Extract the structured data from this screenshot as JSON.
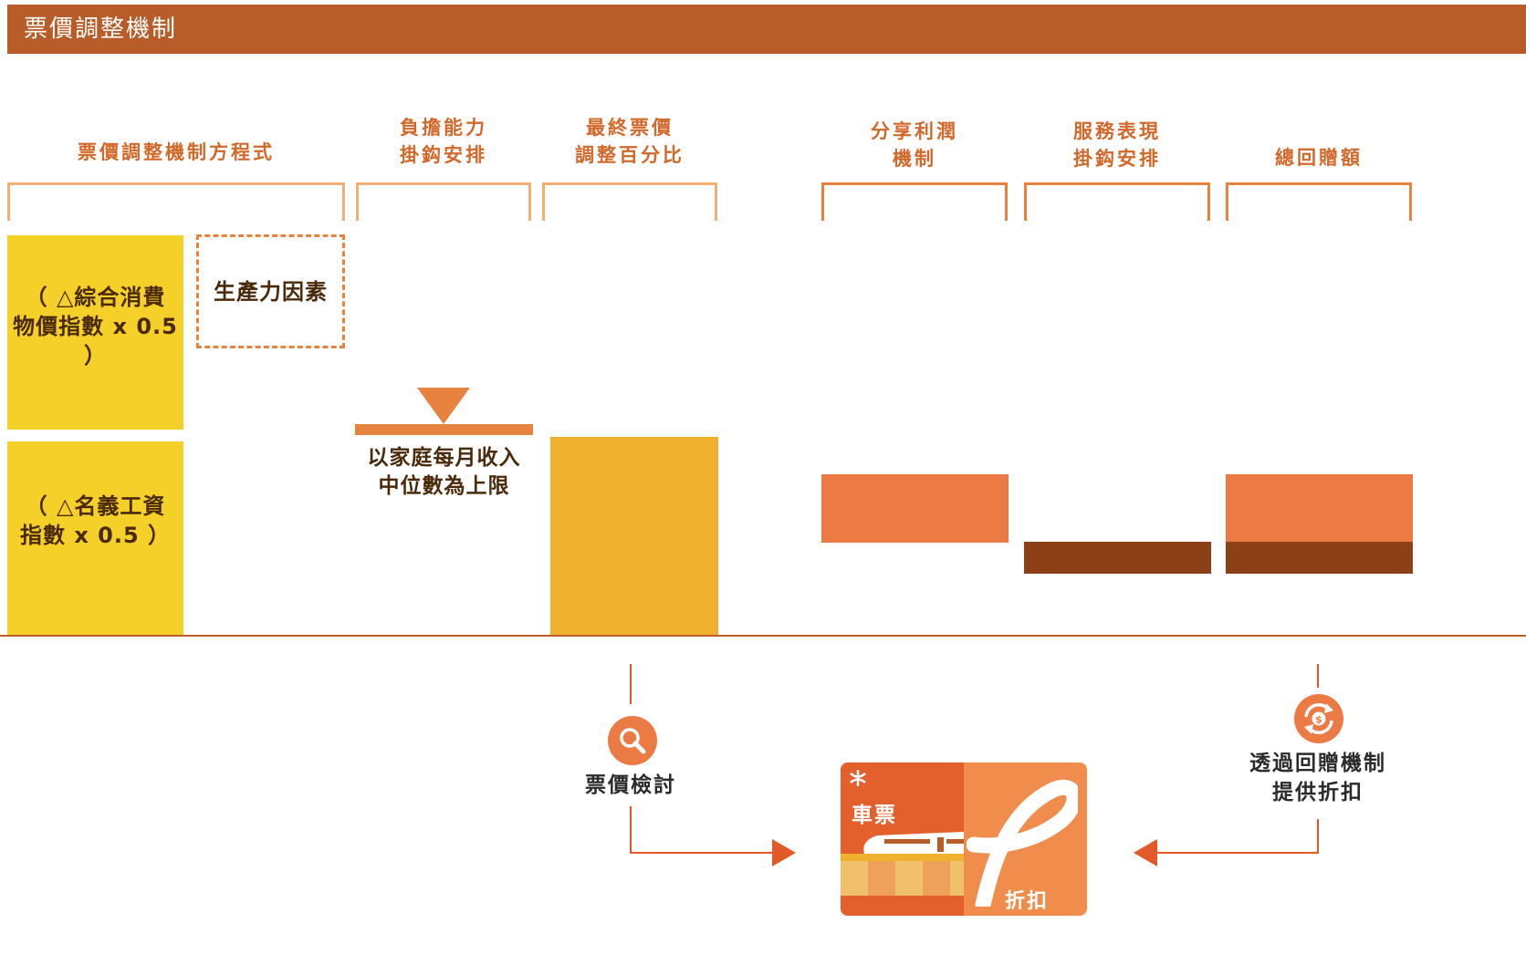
{
  "header": {
    "title": "票價調整機制"
  },
  "columns": {
    "formula": "票價調整機制方程式",
    "affordability": [
      "負擔能力",
      "掛鈎安排"
    ],
    "final_pct": [
      "最終票價",
      "調整百分比"
    ],
    "profit_share": [
      "分享利潤",
      "機制"
    ],
    "service_perf": [
      "服務表現",
      "掛鈎安排"
    ],
    "total_rebate": "總回贈額"
  },
  "boxes": {
    "cci": [
      "（ △綜合消費",
      "物價指數 x 0.5 ）"
    ],
    "productivity": "生產力因素",
    "wage": [
      "（ △名義工資",
      "指數 x 0.5 ）"
    ],
    "cap": [
      "以家庭每月收入",
      "中位數為上限"
    ]
  },
  "bottom": {
    "review": "票價檢討",
    "rebate": [
      "透過回贈機制",
      "提供折扣"
    ],
    "ticket_title": "車票",
    "discount": "折扣"
  },
  "colors": {
    "header": "#b85c29",
    "yellow": "#f5d028",
    "gold": "#f0b22e",
    "orange": "#eb7a45",
    "brown": "#8b4115",
    "accent": "#e8833f"
  },
  "icons": [
    "magnifier-icon",
    "refund-icon",
    "mtr-logo-icon",
    "train-icon"
  ]
}
